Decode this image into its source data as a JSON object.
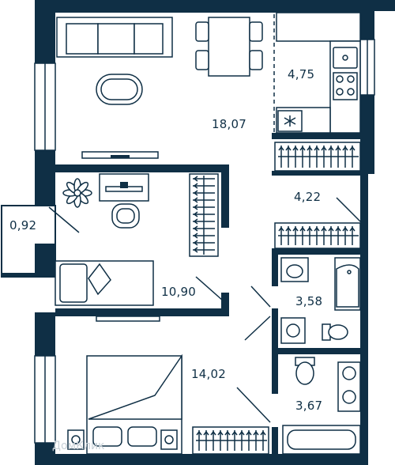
{
  "rooms": {
    "living": "18,07",
    "kitchen": "4,75",
    "hall": "4,22",
    "balcony": "0,92",
    "bedroom_small": "10,90",
    "bathroom": "3,58",
    "bedroom_main": "14,02",
    "wc": "3,67"
  },
  "watermark": "ДомКлик",
  "colors": {
    "wall": "#0f2f45",
    "background": "#ffffff"
  },
  "icons": {
    "plant": "plant-icon",
    "snowflake": "fridge-snowflake-icon"
  }
}
